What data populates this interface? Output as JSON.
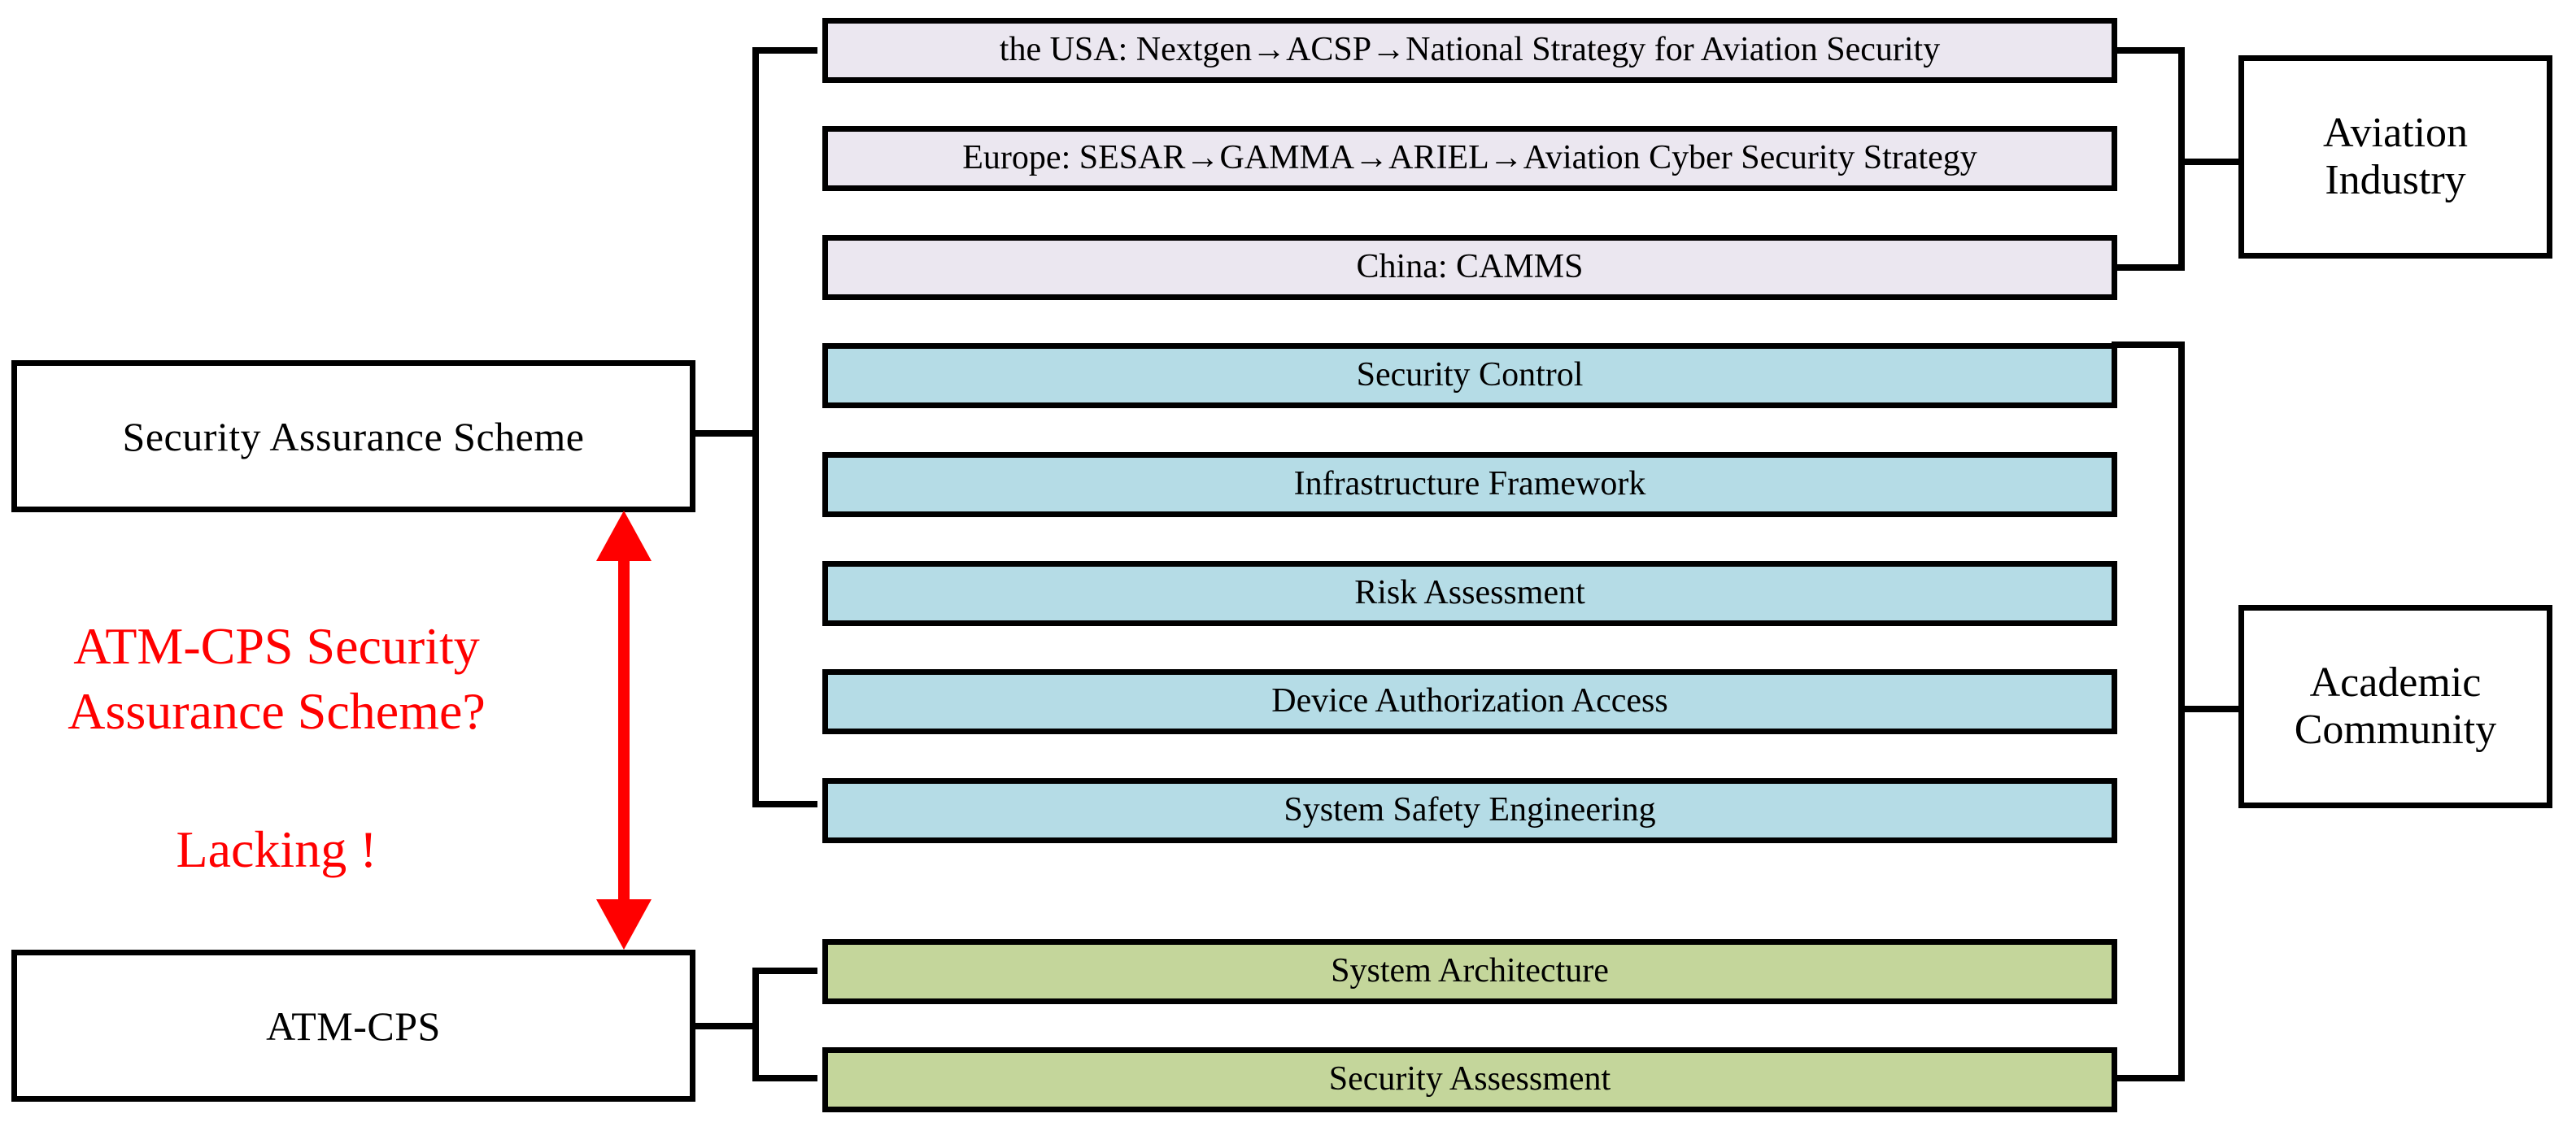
{
  "diagram": {
    "title": "ATM-CPS Security Assurance Scheme gap analysis",
    "colors": {
      "lavender_fill": "#EBE7F0",
      "blue_fill": "#B5DCE6",
      "green_fill": "#C4D69B",
      "stroke": "#000000",
      "accent_red": "#FF0000",
      "background": "#FFFFFF"
    }
  },
  "left_nodes": {
    "security_assurance_scheme": "Security Assurance Scheme",
    "atm_cps": "ATM-CPS"
  },
  "right_nodes": {
    "aviation_industry": "Aviation\nIndustry",
    "academic_community": "Academic\nCommunity"
  },
  "annotation": {
    "question": "ATM-CPS Security\nAssurance Scheme?",
    "verdict": "Lacking !"
  },
  "industry_rows": [
    {
      "label": "the USA: Nextgen→ACSP→National Strategy for Aviation Security",
      "fill": "lavender"
    },
    {
      "label": "Europe: SESAR→GAMMA→ARIEL→Aviation Cyber Security Strategy",
      "fill": "lavender"
    },
    {
      "label": "China: CAMMS",
      "fill": "lavender"
    }
  ],
  "academic_scheme_rows": [
    {
      "label": "Security Control",
      "fill": "blue"
    },
    {
      "label": "Infrastructure Framework",
      "fill": "blue"
    },
    {
      "label": "Risk Assessment",
      "fill": "blue"
    },
    {
      "label": "Device Authorization Access",
      "fill": "blue"
    },
    {
      "label": "System Safety Engineering",
      "fill": "blue"
    }
  ],
  "academic_atmcps_rows": [
    {
      "label": "System Architecture",
      "fill": "green"
    },
    {
      "label": "Security Assessment",
      "fill": "green"
    }
  ],
  "arrow": {
    "name": "bidirectional-gap-arrow",
    "direction": "both"
  }
}
